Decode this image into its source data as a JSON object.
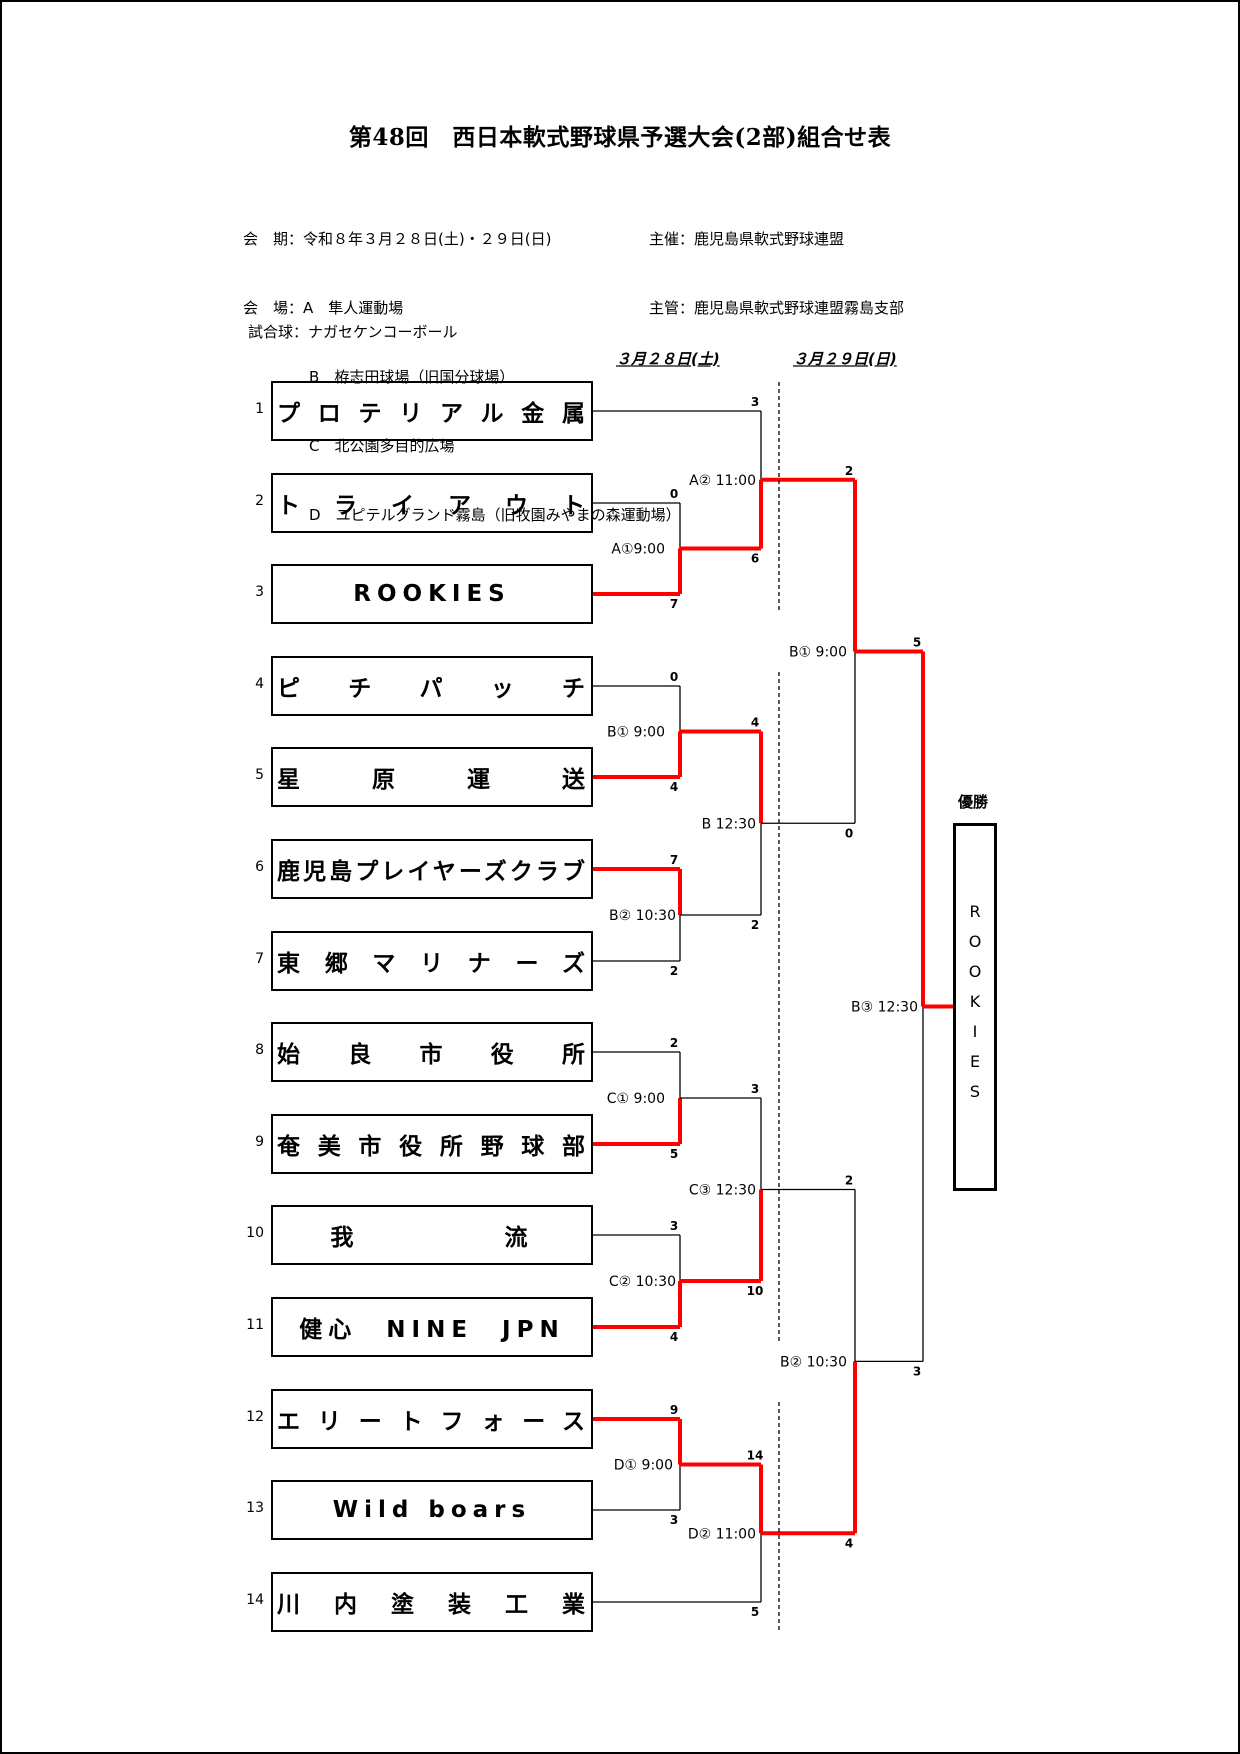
{
  "title": "第48回　西日本軟式野球県予選大会(2部)組合せ表",
  "info": {
    "period_label": "会　期：",
    "period_value": "令和８年３月２８日(土)・２９日(日)",
    "venue_label": "会　場：",
    "venues": [
      {
        "code": "A",
        "name": "隼人運動場"
      },
      {
        "code": "B",
        "name": "栫志田球場（旧国分球場）"
      },
      {
        "code": "C",
        "name": "北公園多目的広場"
      },
      {
        "code": "D",
        "name": "ユピテルグランド霧島（旧牧園みやまの森運動場）"
      }
    ],
    "host": "主催：鹿児島県軟式野球連盟",
    "organizer": "主管：鹿児島県軟式野球連盟霧島支部",
    "ball": "試合球：ナガセケンコーボール"
  },
  "days": [
    "３月２８日(土)",
    "３月２９日(日)"
  ],
  "teams": [
    {
      "num": "1",
      "name": "プロテリアル金属"
    },
    {
      "num": "2",
      "name": "トライアウト"
    },
    {
      "num": "3",
      "name": "ROOKIES"
    },
    {
      "num": "4",
      "name": "ピチパッチ"
    },
    {
      "num": "5",
      "name": "星原運送"
    },
    {
      "num": "6",
      "name": "鹿児島プレイヤーズクラブ"
    },
    {
      "num": "7",
      "name": "東郷マリナーズ"
    },
    {
      "num": "8",
      "name": "始良市役所"
    },
    {
      "num": "9",
      "name": "奄美市役所野球部"
    },
    {
      "num": "10",
      "name": "我　　　　　流"
    },
    {
      "num": "11",
      "name": "健心　NINE　JPN"
    },
    {
      "num": "12",
      "name": "エリートフォース"
    },
    {
      "num": "13",
      "name": "Wild boars"
    },
    {
      "num": "14",
      "name": "川内塗装工業"
    }
  ],
  "matches": [
    {
      "id": "m1",
      "label": "A①9:00",
      "top_score": "0",
      "bottom_score": "7",
      "winner": "bottom"
    },
    {
      "id": "m2",
      "label": "A② 11:00",
      "top_score": "3",
      "bottom_score": "6",
      "winner": "bottom"
    },
    {
      "id": "m3",
      "label": "B①  9:00",
      "top_score": "0",
      "bottom_score": "4",
      "winner": "bottom"
    },
    {
      "id": "m4",
      "label": "B②  10:30",
      "top_score": "7",
      "bottom_score": "2",
      "winner": "top"
    },
    {
      "id": "m5",
      "label": "B  12:30",
      "top_score": "4",
      "bottom_score": "2",
      "winner": "top"
    },
    {
      "id": "m6",
      "label": "C①  9:00",
      "top_score": "2",
      "bottom_score": "5",
      "winner": "bottom"
    },
    {
      "id": "m7",
      "label": "C②  10:30",
      "top_score": "3",
      "bottom_score": "4",
      "winner": "bottom"
    },
    {
      "id": "m8",
      "label": "C③  12:30",
      "top_score": "3",
      "bottom_score": "10",
      "winner": "bottom"
    },
    {
      "id": "m9",
      "label": "D①   9:00",
      "top_score": "9",
      "bottom_score": "3",
      "winner": "top"
    },
    {
      "id": "m10",
      "label": "D②   11:00",
      "top_score": "14",
      "bottom_score": "5",
      "winner": "top"
    },
    {
      "id": "m11",
      "label": "B①   9:00",
      "top_score": "2",
      "bottom_score": "0",
      "winner": "top"
    },
    {
      "id": "m12",
      "label": "B②  10:30",
      "top_score": "2",
      "bottom_score": "4",
      "winner": "bottom"
    },
    {
      "id": "m13",
      "label": "B③ 12:30",
      "top_score": "5",
      "bottom_score": "3",
      "winner": "top"
    }
  ],
  "champion": {
    "label": "優勝",
    "name": "ROOKIES"
  },
  "colors": {
    "win_line": "#ff0000",
    "line": "#000000"
  }
}
